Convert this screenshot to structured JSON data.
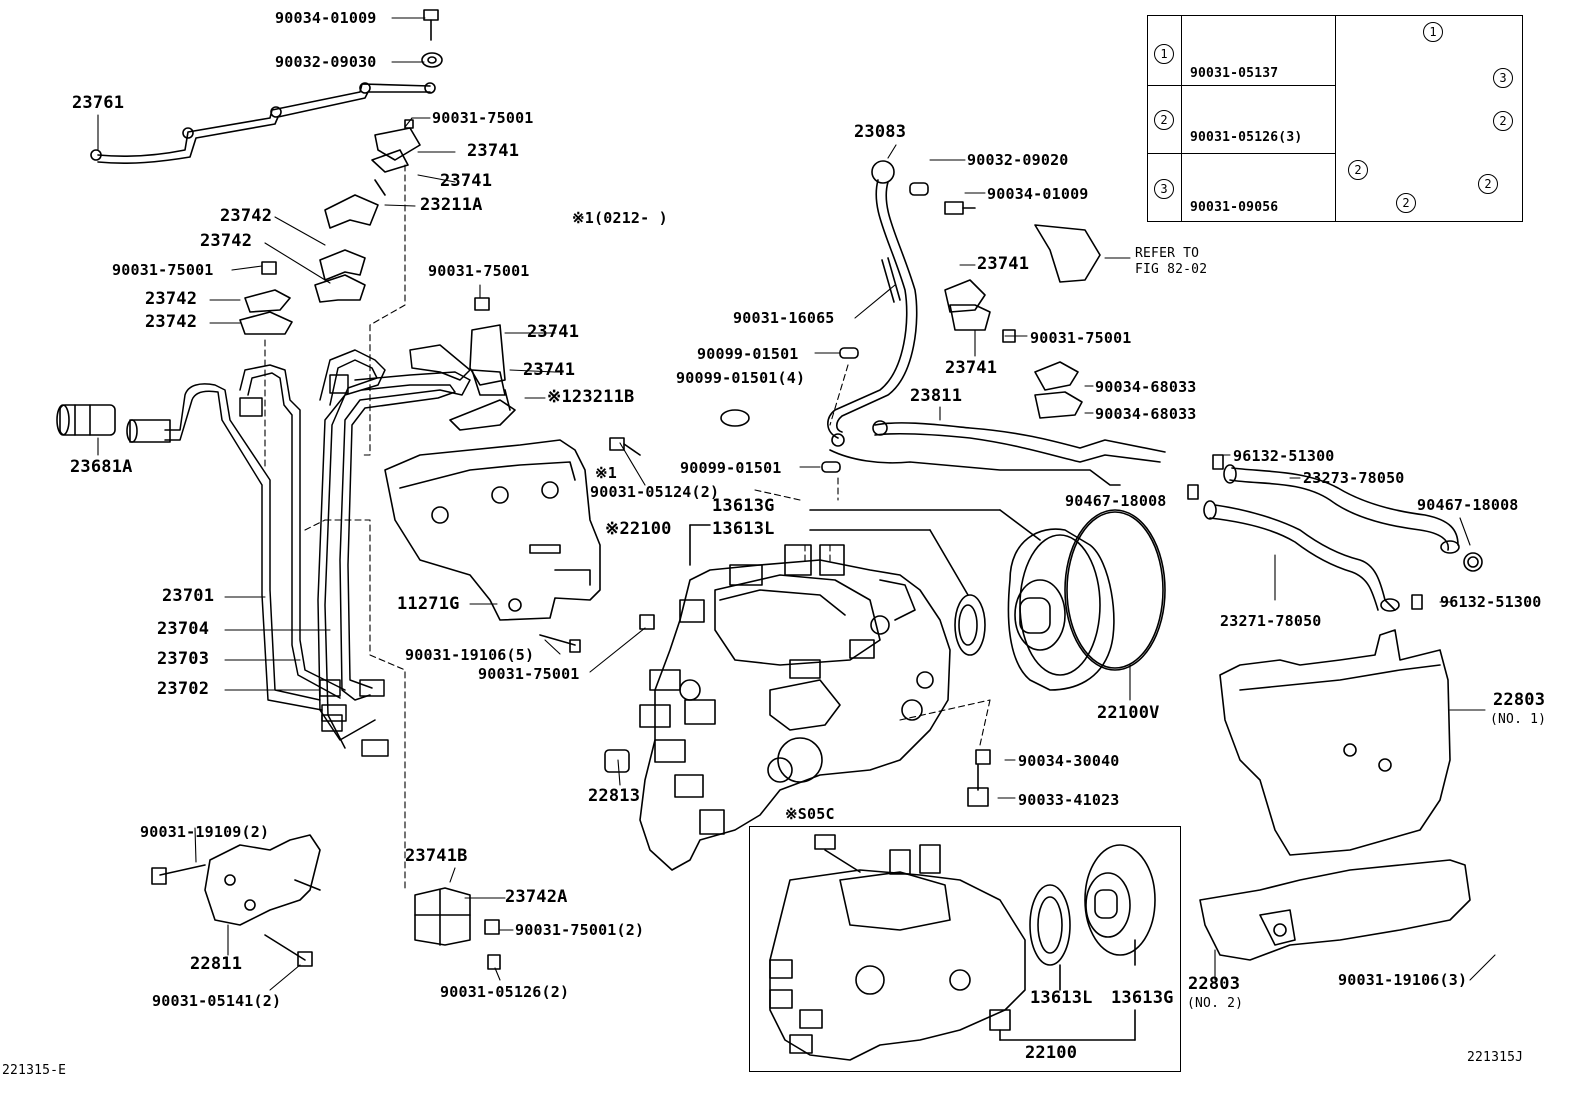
{
  "diagram": {
    "labels": {
      "p90034_01009_a": "90034-01009",
      "p90032_09030": "90032-09030",
      "p23761": "23761",
      "p90031_75001_a": "90031-75001",
      "p23741_a": "23741",
      "p23741_b": "23741",
      "p23211A": "23211A",
      "p23742_a": "23742",
      "p23742_b": "23742",
      "p90031_75001_b": "90031-75001",
      "p23742_c": "23742",
      "p23742_d": "23742",
      "p23681A": "23681A",
      "p90031_75001_c": "90031-75001",
      "p23741_c": "23741",
      "p23741_d": "23741",
      "p23211B": "※123211B",
      "note_0212": "※1(0212-      )",
      "p90031_05124": "90031-05124(2)",
      "note_x1": "※1",
      "p22100_star": "※22100",
      "p13613G": "13613G",
      "p13613L": "13613L",
      "p11271G": "11271G",
      "p23701": "23701",
      "p23704": "23704",
      "p23703": "23703",
      "p23702": "23702",
      "p90031_19106_5": "90031-19106(5)",
      "p90031_75001_d": "90031-75001",
      "p22813": "22813",
      "p90031_19109": "90031-19109(2)",
      "p22811": "22811",
      "p90031_05141": "90031-05141(2)",
      "p23741B": "23741B",
      "p23742A": "23742A",
      "p90031_75001_2": "90031-75001(2)",
      "p90031_05126_2": "90031-05126(2)",
      "p23083": "23083",
      "p90032_09020": "90032-09020",
      "p90034_01009_b": "90034-01009",
      "refer_to": "REFER TO",
      "fig_82_02": "FIG 82-02",
      "p23741_e": "23741",
      "p90031_16065": "90031-16065",
      "p90031_75001_e": "90031-75001",
      "p23741_f": "23741",
      "p90099_01501_a": "90099-01501",
      "p90099_01501_4": "90099-01501(4)",
      "p90034_68033_a": "90034-68033",
      "p90034_68033_b": "90034-68033",
      "p23811": "23811",
      "p90099_01501_b": "90099-01501",
      "p96132_51300_a": "96132-51300",
      "p23273_78050": "23273-78050",
      "p90467_18008_a": "90467-18008",
      "p90467_18008_b": "90467-18008",
      "p96132_51300_b": "96132-51300",
      "p23271_78050": "23271-78050",
      "p22100V": "22100V",
      "p22803_1": "22803",
      "no1": "(NO. 1)",
      "p90034_30040": "90034-30040",
      "p90033_41023": "90033-41023",
      "s05c": "※S05C",
      "p22100_inset": "22100",
      "p13613L_inset": "13613L",
      "p13613G_inset": "13613G",
      "p22803_2": "22803",
      "no2": "(NO. 2)",
      "p90031_19106_3": "90031-19106(3)",
      "code_left": "221315-E",
      "code_right": "221315J"
    },
    "ref_table": {
      "rows": [
        {
          "num": "1",
          "part": "90031-05137"
        },
        {
          "num": "2",
          "part": "90031-05126(3)"
        },
        {
          "num": "3",
          "part": "90031-09056"
        }
      ],
      "cover_marks": [
        "1",
        "2",
        "3",
        "2",
        "2",
        "2"
      ]
    }
  }
}
